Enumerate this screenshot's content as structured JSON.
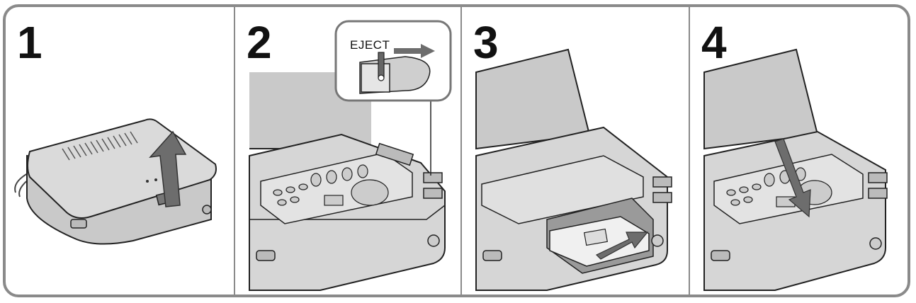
{
  "steps": [
    {
      "number": "1"
    },
    {
      "number": "2",
      "inset_label": "EJECT"
    },
    {
      "number": "3"
    },
    {
      "number": "4"
    }
  ],
  "colors": {
    "frame": "#8a8a8a",
    "device_fill": "#cfcfcf",
    "device_light": "#e6e6e6",
    "device_dark": "#9a9a9a",
    "arrow": "#6d6d6d",
    "line": "#222222"
  },
  "icons": [
    "up-arrow-icon",
    "right-arrow-icon",
    "down-arrow-icon",
    "eject-switch-icon"
  ]
}
